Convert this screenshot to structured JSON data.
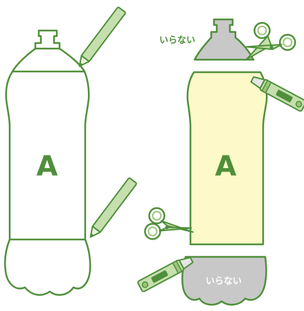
{
  "left_bottle": {
    "letter": "A"
  },
  "right_bottle": {
    "letter": "A",
    "cap_label": "いらない",
    "bottom_label": "いらない"
  },
  "colors": {
    "outline": "#4f8f3a",
    "letter": "#4f8f3a",
    "label_text": "#4f8f3a",
    "bottom_label_text": "#ffffff",
    "body_fill": "#fdf9c8",
    "discard_fill": "#c8c8c8",
    "tool_fill": "#c6dfae",
    "tool_fill_dark": "#9cc47c"
  },
  "icons": [
    "pencil-icon",
    "pencil-icon",
    "scissors-icon",
    "scissors-icon",
    "cutter-knife-icon",
    "cutter-knife-icon"
  ]
}
